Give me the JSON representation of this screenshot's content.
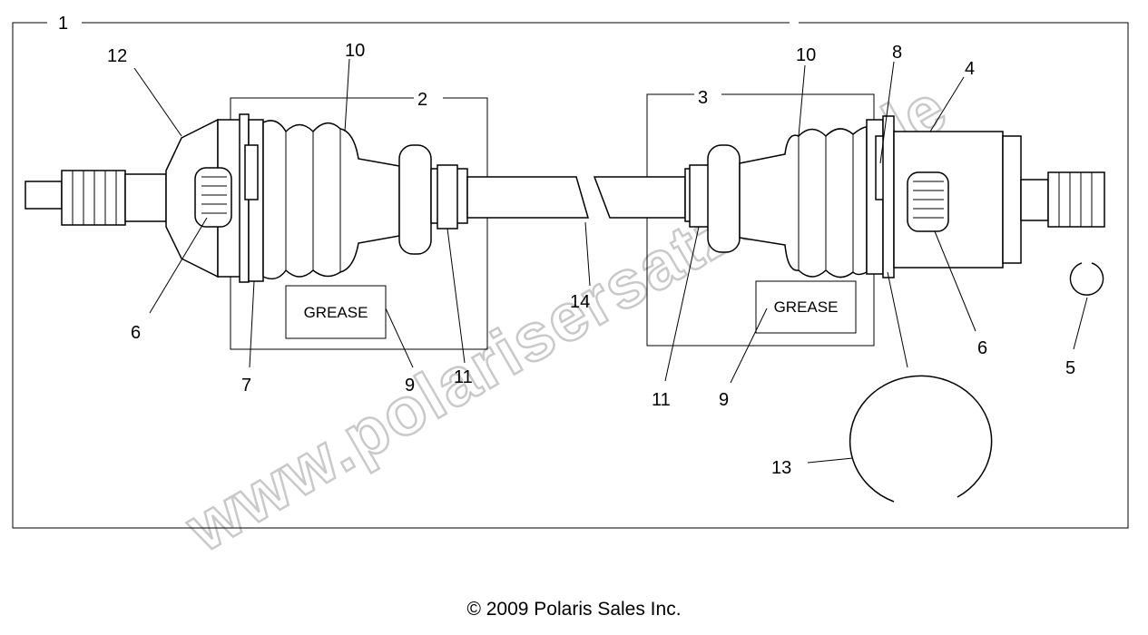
{
  "diagram": {
    "callouts": {
      "c1": "1",
      "c2": "2",
      "c3": "3",
      "c4": "4",
      "c5": "5",
      "c6a": "6",
      "c6b": "6",
      "c7": "7",
      "c8": "8",
      "c9a": "9",
      "c9b": "9",
      "c10a": "10",
      "c10b": "10",
      "c11a": "11",
      "c11b": "11",
      "c12": "12",
      "c13": "13",
      "c14": "14"
    },
    "grease_left": "GREASE",
    "grease_right": "GREASE",
    "watermark": "www.polarisersatzteile.de"
  },
  "footer": {
    "copyright": "© 2009 Polaris Sales Inc."
  }
}
